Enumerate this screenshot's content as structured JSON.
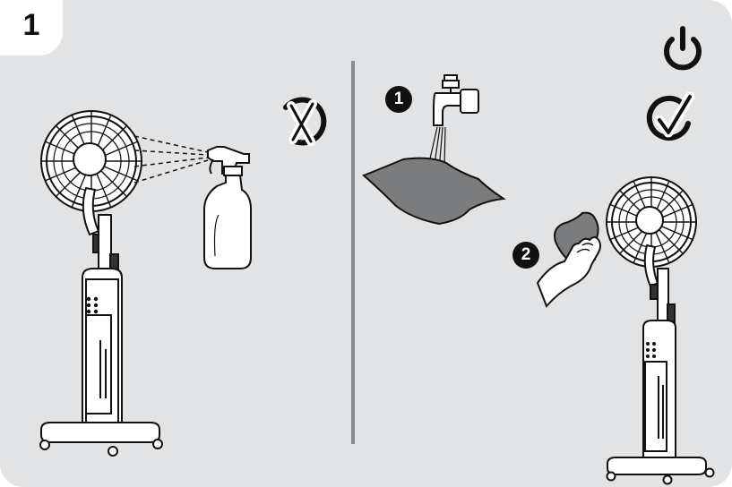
{
  "step_number": "1",
  "sub_steps": [
    "1",
    "2"
  ],
  "icons": {
    "prohibited": "crossed-out-circle-icon",
    "power": "power-icon",
    "approved": "checkmark-circle-icon"
  },
  "colors": {
    "background": "#e2e3e4",
    "divider": "#8a8b8d",
    "cloth": "#7b7c7e",
    "ink": "#111111"
  }
}
